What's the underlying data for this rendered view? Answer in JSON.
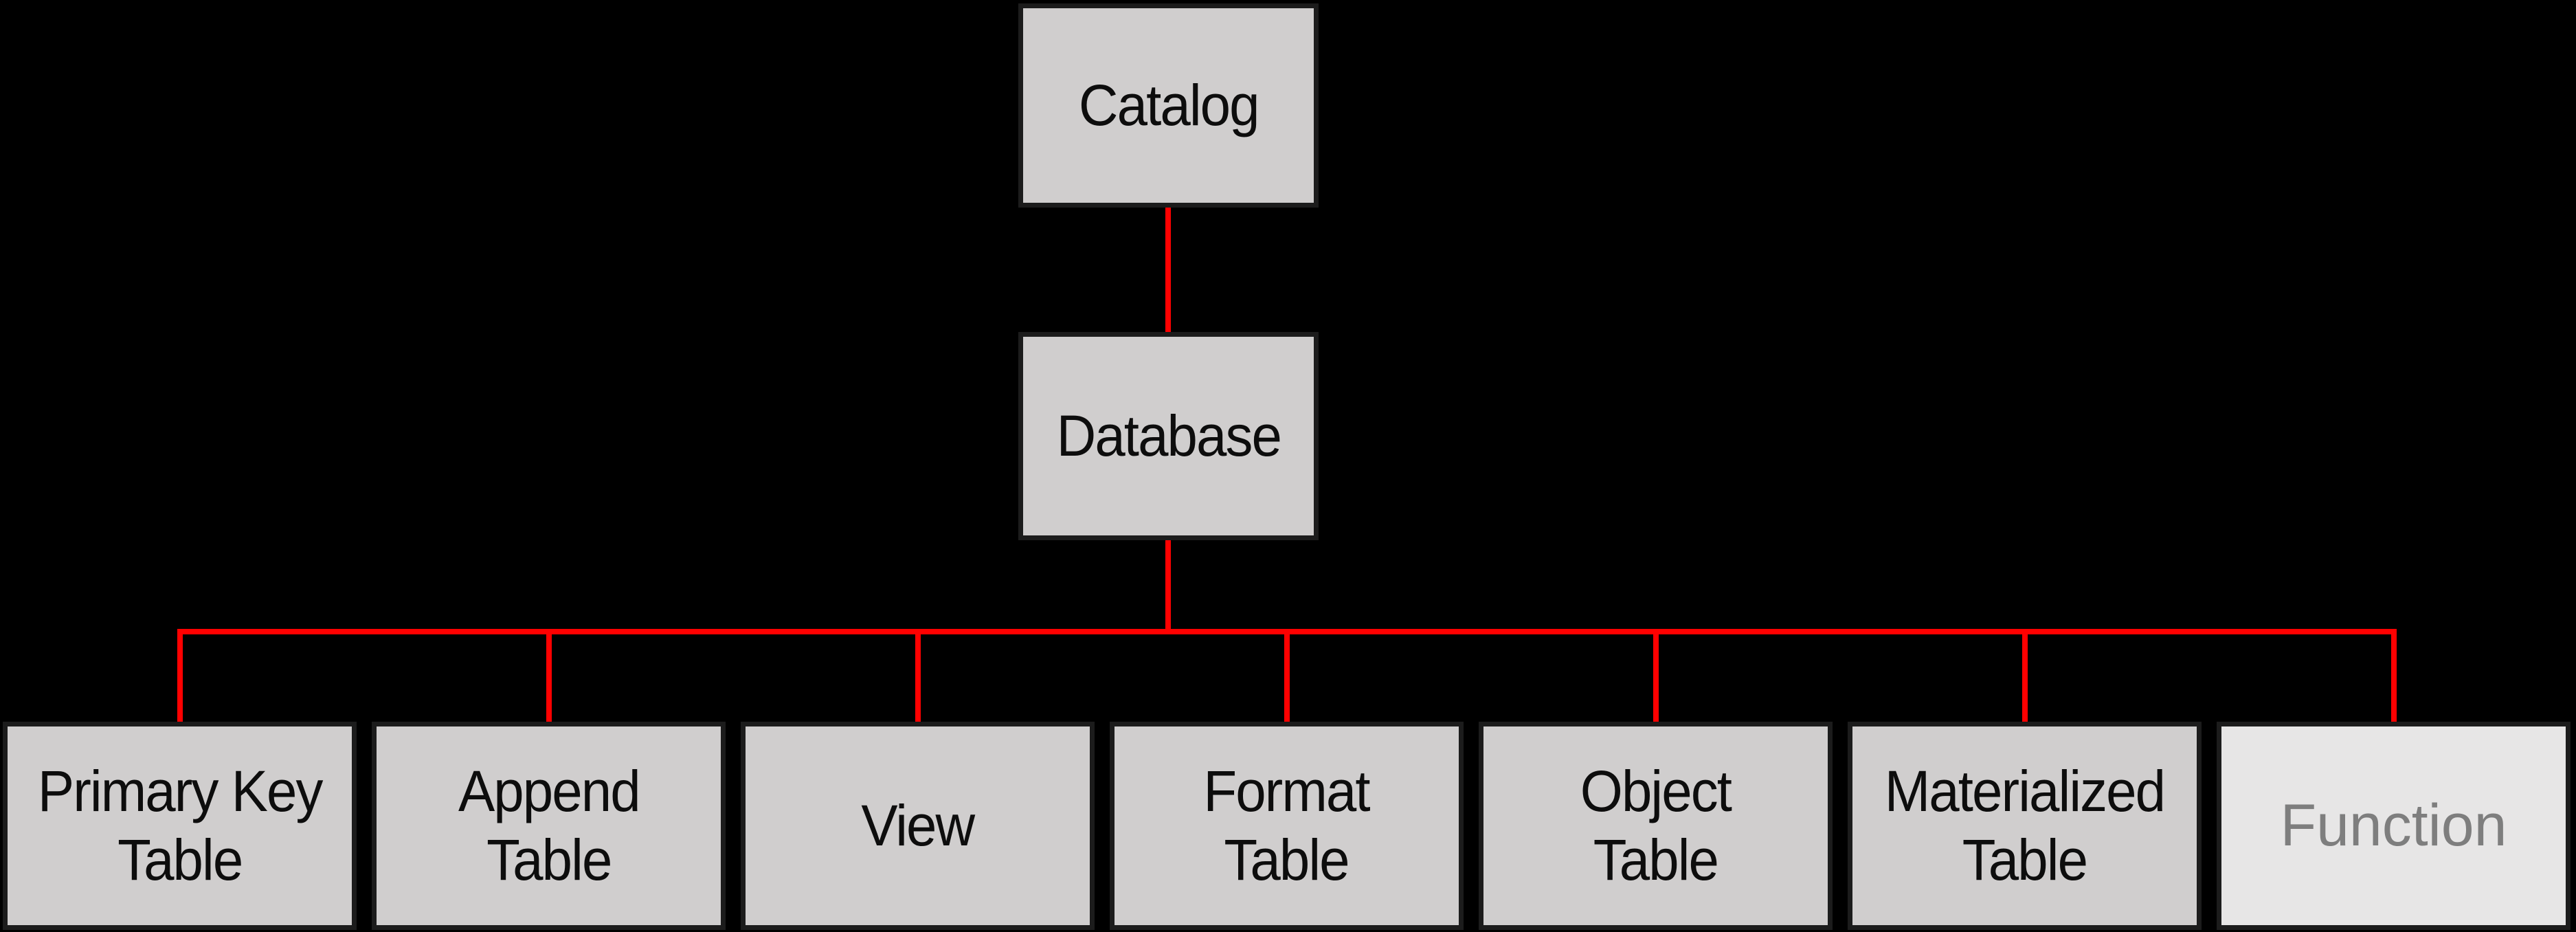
{
  "diagram": {
    "root": {
      "label": "Catalog"
    },
    "level2": {
      "label": "Database"
    },
    "children": [
      {
        "label": "Primary Key\nTable",
        "disabled": false
      },
      {
        "label": "Append\nTable",
        "disabled": false
      },
      {
        "label": "View",
        "disabled": false
      },
      {
        "label": "Format\nTable",
        "disabled": false
      },
      {
        "label": "Object\nTable",
        "disabled": false
      },
      {
        "label": "Materialized\nTable",
        "disabled": false
      },
      {
        "label": "Function",
        "disabled": true
      }
    ]
  },
  "colors": {
    "background": "#000000",
    "node_fill": "#d0cece",
    "node_border": "#1c1c1c",
    "node_text": "#0d0d0d",
    "disabled_node_fill": "#e7e6e6",
    "disabled_node_text": "#7e7e7e",
    "connector": "#ff0000"
  }
}
